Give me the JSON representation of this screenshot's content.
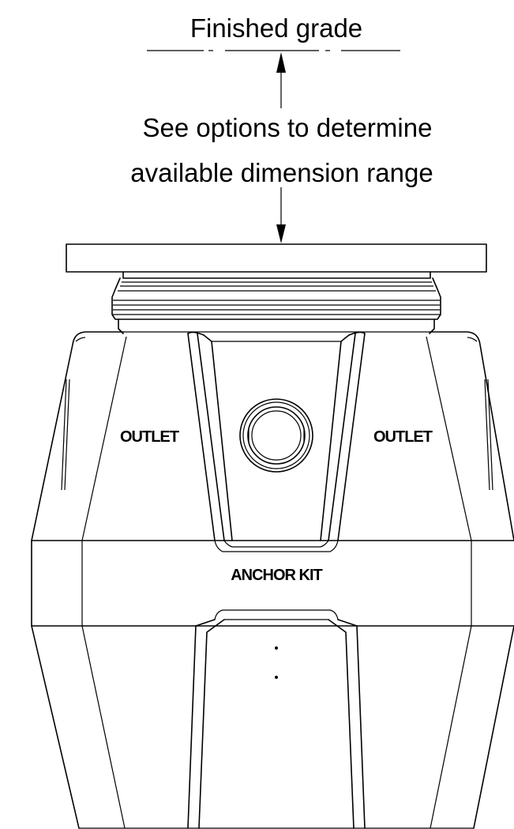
{
  "finished_grade_label": "Finished grade",
  "dimension_note": {
    "line1": "See options to determine",
    "line2": "available dimension range"
  },
  "labels": {
    "outlet_left": "OUTLET",
    "outlet_right": "OUTLET",
    "anchor_kit": "ANCHOR KIT"
  }
}
